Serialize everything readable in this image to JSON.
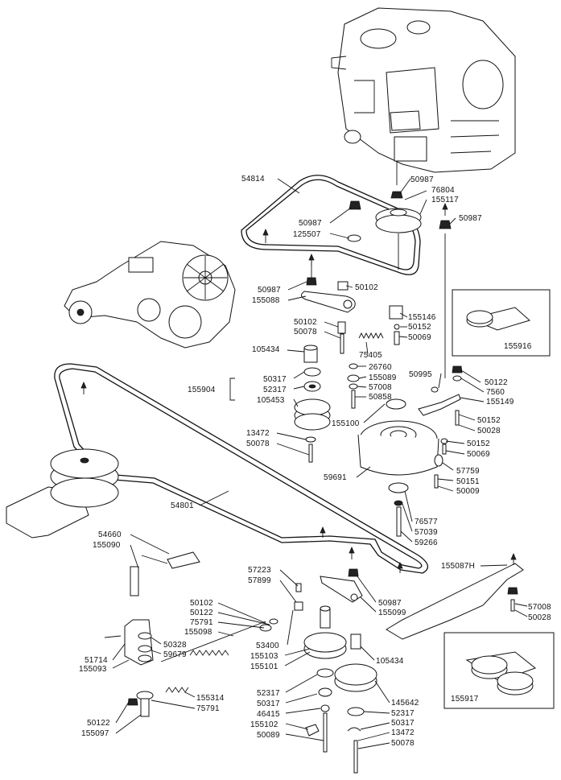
{
  "parts": {
    "p54814": "54814",
    "p50987a": "50987",
    "p76804": "76804",
    "p155117": "155117",
    "p50987b": "50987",
    "p125507": "125507",
    "p50987c": "50987",
    "p50987d": "50987",
    "p50102a": "50102",
    "p155088": "155088",
    "p155146": "155146",
    "p50152a": "50152",
    "p50069a": "50069",
    "p155916": "155916",
    "p50102b": "50102",
    "p50078a": "50078",
    "p105434a": "105434",
    "p75405": "75405",
    "p26760": "26760",
    "p50317a": "50317",
    "p155089": "155089",
    "p155904": "155904",
    "p52317a": "52317",
    "p57008a": "57008",
    "p105453": "105453",
    "p50858": "50858",
    "p50995": "50995",
    "p50122a": "50122",
    "p7560": "7560",
    "p155149": "155149",
    "p155100": "155100",
    "p50152b": "50152",
    "p50028a": "50028",
    "p13472a": "13472",
    "p50078b": "50078",
    "p50152c": "50152",
    "p50069b": "50069",
    "p57759": "57759",
    "p59691": "59691",
    "p50151": "50151",
    "p50009": "50009",
    "p54801": "54801",
    "p76577": "76577",
    "p57039": "57039",
    "p59266": "59266",
    "p54660": "54660",
    "p155090": "155090",
    "p155087H": "155087H",
    "p57223": "57223",
    "p57899": "57899",
    "p50102c": "50102",
    "p50122b": "50122",
    "p75791a": "75791",
    "p155098": "155098",
    "p50987e": "50987",
    "p155099": "155099",
    "p57008b": "57008",
    "p50028b": "50028",
    "p53400": "53400",
    "p50328": "50328",
    "p59679": "59679",
    "p51714": "51714",
    "p155093": "155093",
    "p155103": "155103",
    "p155101": "155101",
    "p105434b": "105434",
    "p155917": "155917",
    "p155314": "155314",
    "p75791b": "75791",
    "p52317b": "52317",
    "p50317b": "50317",
    "p145642": "145642",
    "p52317c": "52317",
    "p46415": "46415",
    "p155102": "155102",
    "p50317c": "50317",
    "p50089": "50089",
    "p13472b": "13472",
    "p50122c": "50122",
    "p155097": "155097",
    "p50078c": "50078"
  }
}
